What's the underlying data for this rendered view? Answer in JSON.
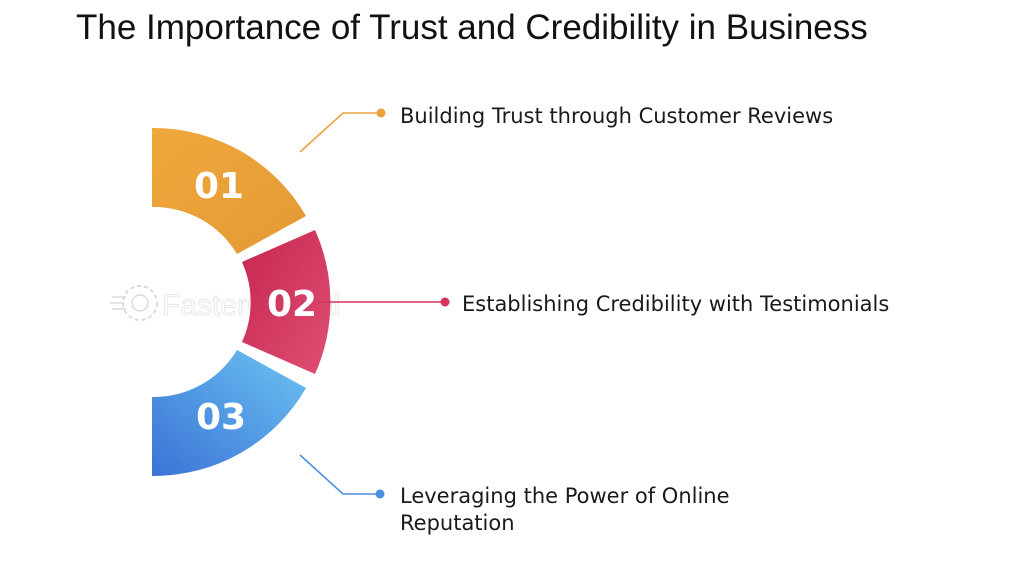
{
  "title": "The Importance of Trust and Credibility in Business",
  "watermark": "FasterCapital",
  "items": [
    {
      "number": "01",
      "label": "Building Trust through Customer Reviews",
      "color": "#E9A23B"
    },
    {
      "number": "02",
      "label": "Establishing Credibility with Testimonials",
      "color": "#D6335A"
    },
    {
      "number": "03",
      "label": "Leveraging the Power of Online Reputation",
      "color": "#4A90E2"
    }
  ]
}
